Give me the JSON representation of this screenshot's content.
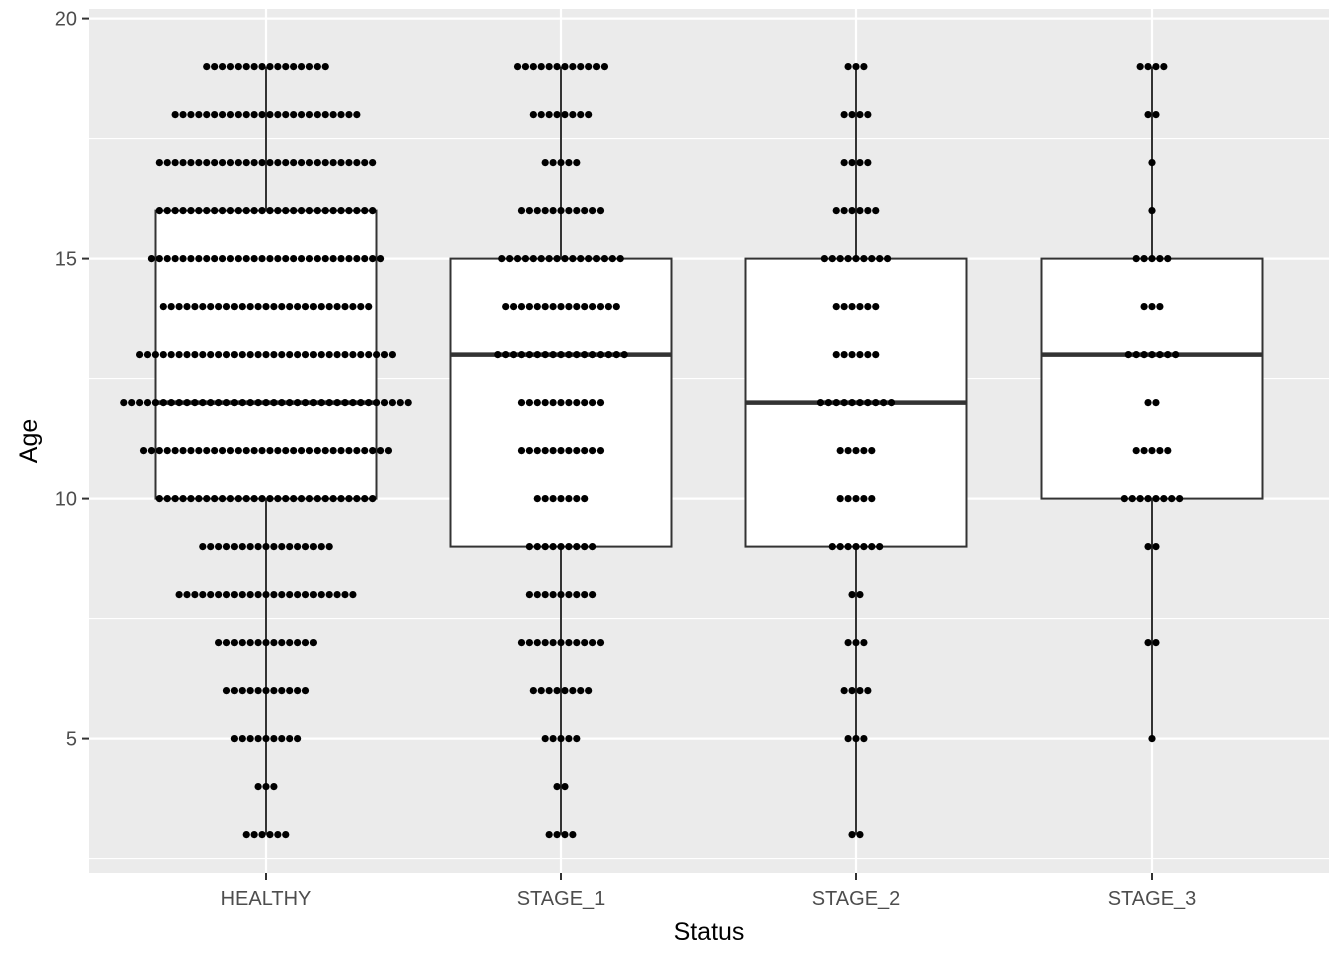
{
  "chart_data": {
    "type": "boxplot",
    "title": "",
    "xlabel": "Status",
    "ylabel": "Age",
    "categories": [
      "HEALTHY",
      "STAGE_1",
      "STAGE_2",
      "STAGE_3"
    ],
    "ylim": [
      2.2,
      20.2
    ],
    "yticks": [
      5,
      10,
      15,
      20
    ],
    "grid": true,
    "legend": "none",
    "colors": {
      "panel_background": "#ebebeb",
      "grid": "#ffffff",
      "box_fill": "#ffffff",
      "box_stroke": "#333333",
      "dots": "#000000"
    },
    "boxes": [
      {
        "category": "HEALTHY",
        "whisker_low": 3,
        "q1": 10,
        "median": 12,
        "q3": 16,
        "whisker_high": 19
      },
      {
        "category": "STAGE_1",
        "whisker_low": 3,
        "q1": 9,
        "median": 13,
        "q3": 15,
        "whisker_high": 19
      },
      {
        "category": "STAGE_2",
        "whisker_low": 3,
        "q1": 9,
        "median": 12,
        "q3": 15,
        "whisker_high": 19
      },
      {
        "category": "STAGE_3",
        "whisker_low": 5,
        "q1": 10,
        "median": 13,
        "q3": 15,
        "whisker_high": 19
      }
    ],
    "dot_counts": {
      "x": [
        3,
        4,
        5,
        6,
        7,
        8,
        9,
        10,
        11,
        12,
        13,
        14,
        15,
        16,
        17,
        18,
        19
      ],
      "series": [
        {
          "category": "HEALTHY",
          "counts": [
            6,
            3,
            9,
            11,
            13,
            23,
            17,
            28,
            32,
            37,
            33,
            27,
            30,
            28,
            28,
            24,
            16
          ]
        },
        {
          "category": "STAGE_1",
          "counts": [
            4,
            2,
            5,
            8,
            11,
            9,
            9,
            7,
            11,
            11,
            17,
            15,
            16,
            11,
            5,
            8,
            12
          ]
        },
        {
          "category": "STAGE_2",
          "counts": [
            2,
            0,
            3,
            4,
            3,
            2,
            7,
            5,
            5,
            10,
            6,
            6,
            9,
            6,
            4,
            4,
            3
          ]
        },
        {
          "category": "STAGE_3",
          "counts": [
            0,
            0,
            1,
            0,
            2,
            0,
            2,
            8,
            5,
            2,
            7,
            3,
            5,
            1,
            1,
            2,
            4
          ]
        }
      ]
    }
  }
}
